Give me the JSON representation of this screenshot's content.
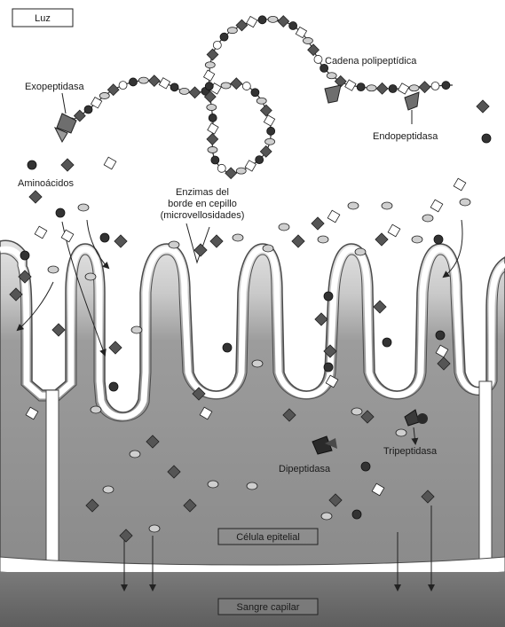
{
  "labels": {
    "luz": "Luz",
    "cadena": "Cadena polipeptídica",
    "exopeptidasa": "Exopeptidasa",
    "endopeptidasa": "Endopeptidasa",
    "aminoacidos": "Aminoácidos",
    "enzimas_line1": "Enzimas del",
    "enzimas_line2": "borde en cepillo",
    "enzimas_line3": "(microvellosidades)",
    "dipeptidasa": "Dipeptidasa",
    "tripeptidasa": "Tripeptidasa",
    "celula": "Célula epitelial",
    "sangre": "Sangre capilar"
  },
  "colors": {
    "cell": "#8f8f8f",
    "cell_light": "#d2d2d2",
    "membrane": "#ffffff",
    "outline": "#4a4a4a",
    "blood": "#6e6e6e",
    "background": "#ffffff"
  }
}
